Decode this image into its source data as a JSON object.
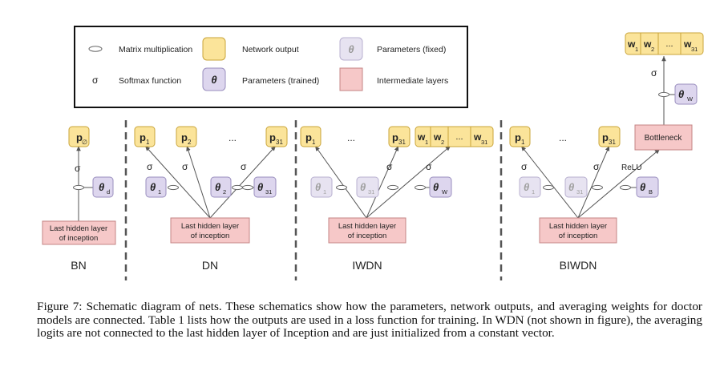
{
  "legend": {
    "matmul": "Matrix multiplication",
    "softmax_symbol": "σ",
    "softmax": "Softmax function",
    "network_output": "Network output",
    "params_trained": "Parameters (trained)",
    "params_fixed": "Parameters (fixed)",
    "intermediate": "Intermediate layers",
    "theta": "θ"
  },
  "common": {
    "sigma": "σ",
    "ellipsis": "...",
    "relu": "ReLU",
    "bottleneck": "Bottleneck",
    "last_hidden_line1": "Last hidden layer",
    "last_hidden_line2": "of inception"
  },
  "symbols": {
    "p": "p",
    "theta": "θ",
    "w": "w",
    "sub_empty": "∅",
    "sub_d": "d",
    "sub_1": "1",
    "sub_2": "2",
    "sub_31": "31",
    "sub_W": "W",
    "sub_B": "B"
  },
  "panels": [
    "BN",
    "DN",
    "IWDN",
    "BIWDN"
  ],
  "colors": {
    "output_fill": "#fbe49a",
    "output_stroke": "#c9a43a",
    "param_fill": "#ddd6ee",
    "param_stroke": "#9a8fbf",
    "inter_fill": "#f6c8c8",
    "inter_stroke": "#c48484"
  },
  "caption": "Figure 7: Schematic diagram of nets. These schematics show how the parameters, network outputs, and averaging weights for doctor models are connected. Table 1 lists how the outputs are used in a loss function for training. In WDN (not shown in figure), the averaging logits are not connected to the last hidden layer of Inception and are just initialized from a constant vector."
}
